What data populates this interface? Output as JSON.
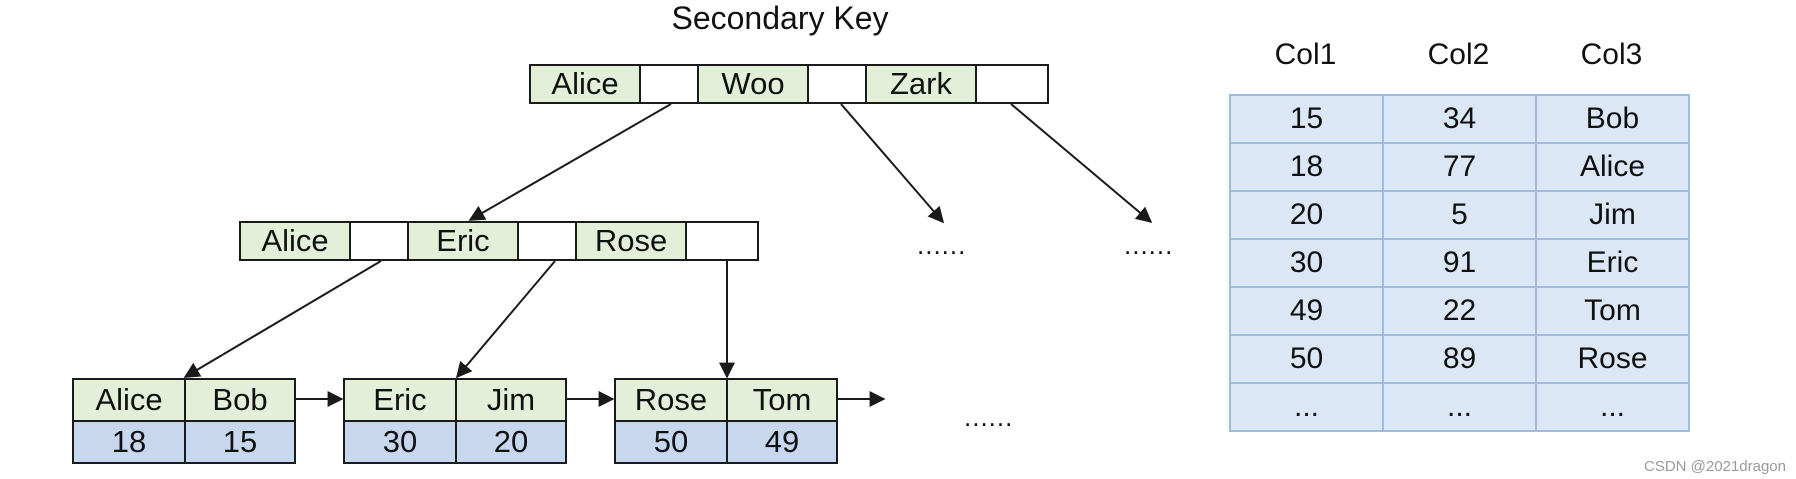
{
  "title": "Secondary Key",
  "root_node": {
    "keys": [
      "Alice",
      "Woo",
      "Zark"
    ]
  },
  "internal_node": {
    "keys": [
      "Alice",
      "Eric",
      "Rose"
    ]
  },
  "leaf_nodes": [
    {
      "keys": [
        "Alice",
        "Bob"
      ],
      "values": [
        "18",
        "15"
      ]
    },
    {
      "keys": [
        "Eric",
        "Jim"
      ],
      "values": [
        "30",
        "20"
      ]
    },
    {
      "keys": [
        "Rose",
        "Tom"
      ],
      "values": [
        "50",
        "49"
      ]
    }
  ],
  "ellipsis": {
    "mid_left": "......",
    "mid_right": "......",
    "leaf_level": "......"
  },
  "table": {
    "columns": [
      "Col1",
      "Col2",
      "Col3"
    ],
    "rows": [
      [
        "15",
        "34",
        "Bob"
      ],
      [
        "18",
        "77",
        "Alice"
      ],
      [
        "20",
        "5",
        "Jim"
      ],
      [
        "30",
        "91",
        "Eric"
      ],
      [
        "49",
        "22",
        "Tom"
      ],
      [
        "50",
        "89",
        "Rose"
      ],
      [
        "...",
        "...",
        "..."
      ]
    ]
  },
  "watermark": "CSDN @2021dragon",
  "colors": {
    "key_fill": "#e4efd9",
    "value_fill": "#c7d8ee",
    "table_fill": "#dce7f5",
    "table_border": "#9fbce0"
  }
}
